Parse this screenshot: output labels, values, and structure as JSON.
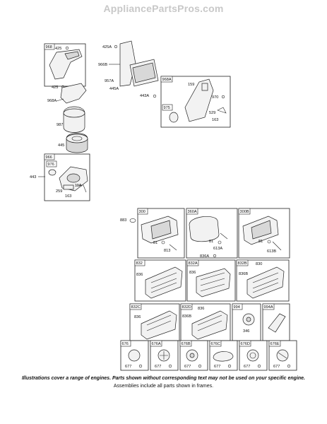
{
  "header": {
    "site": "AppliancePartsPros.com"
  },
  "parts": {
    "p425": "425",
    "p968": "968",
    "p968A": "968A",
    "p987": "987",
    "p445": "445",
    "p966": "966",
    "p976": "976",
    "p443": "443",
    "p259": "259",
    "p163": "163",
    "p11A": "11A",
    "p425A": "425A",
    "p966B": "966B",
    "p957A": "957A",
    "p445A": "445A",
    "p443A": "443A",
    "p968A_box": "968A",
    "p159": "159",
    "p970": "970",
    "p975": "975",
    "p529": "529",
    "p163b": "163",
    "p883": "883",
    "p300": "300",
    "p360A": "360A",
    "p300B": "300B",
    "p81": "81",
    "p813": "813",
    "p81b": "81",
    "p613A": "613A",
    "p836A": "836A",
    "p81c": "81",
    "p613B": "613B",
    "p832": "832",
    "p836": "836",
    "p832A": "832A",
    "p836b": "836",
    "p832B": "832B",
    "p836B": "836B",
    "p830": "830",
    "p832C": "832C",
    "p836c": "836",
    "p832D": "832D",
    "p836d": "836",
    "p836B2": "836B",
    "p994": "994",
    "p346": "346",
    "p994A": "994A",
    "p676": "676",
    "p677": "677",
    "p676A": "676A",
    "p677b": "677",
    "p676B": "676B",
    "p677c": "677",
    "p676C": "676C",
    "p677d": "677",
    "p676D": "676D",
    "p677e": "677",
    "p676E": "676E",
    "p677f": "677"
  },
  "footer": {
    "line1": "Illustrations cover a range of engines. Parts shown without corresponding text may not be used on your specific engine.",
    "line2": "Assemblies include all parts shown in frames."
  }
}
